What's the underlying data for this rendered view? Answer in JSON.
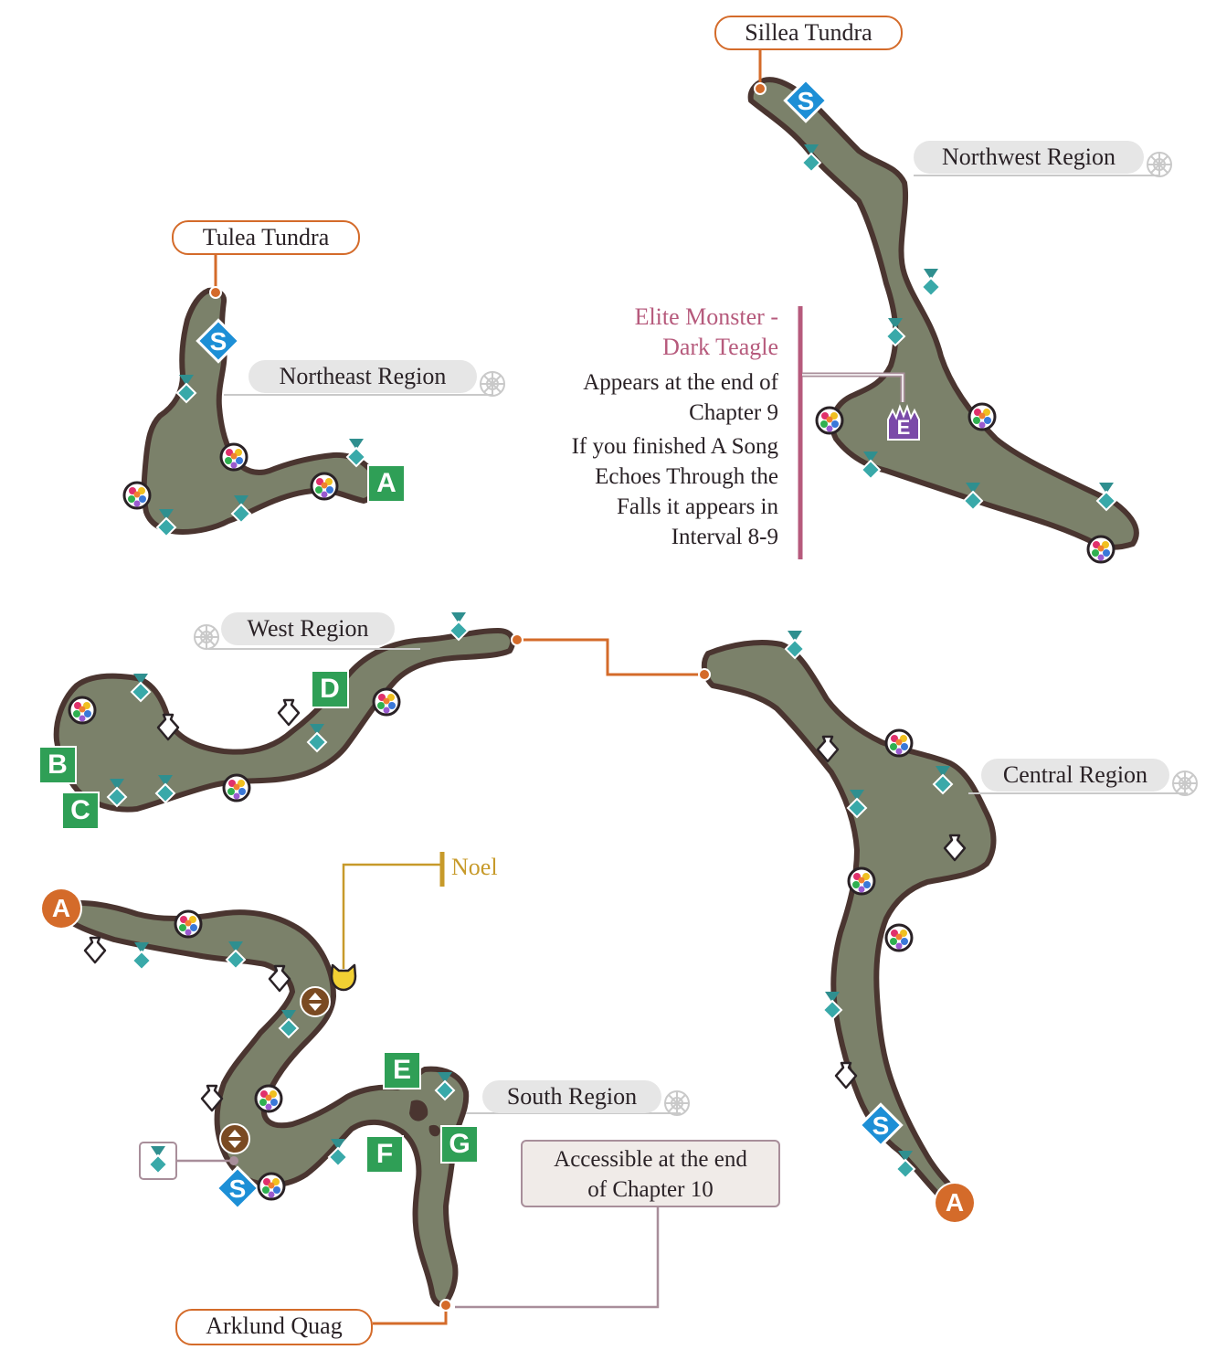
{
  "areas": {
    "sillea_tundra": "Sillea Tundra",
    "tulea_tundra": "Tulea Tundra",
    "arklund_quag": "Arklund Quag"
  },
  "regions": {
    "northwest": "Northwest Region",
    "northeast": "Northeast Region",
    "west": "West Region",
    "central": "Central Region",
    "south": "South Region"
  },
  "elite": {
    "title_line1": "Elite Monster -",
    "title_line2": "Dark Teagle",
    "body_line1": "Appears at the end of",
    "body_line2": "Chapter 9",
    "body_line3": "If you finished A Song",
    "body_line4": "Echoes Through the",
    "body_line5": "Falls it appears in",
    "body_line6": "Interval 8-9",
    "marker": "E"
  },
  "npc": {
    "name": "Noel"
  },
  "note": {
    "line1": "Accessible at the end",
    "line2": "of Chapter 10"
  },
  "markers": {
    "A": "A",
    "B": "B",
    "C": "C",
    "D": "D",
    "E": "E",
    "F": "F",
    "G": "G",
    "S": "S"
  },
  "colors": {
    "land": "#7b816a",
    "land_border": "#4a3530",
    "save_point": "#1d8fd6",
    "gathering": "#39a9a9",
    "route_line": "#d46b2a",
    "elite_accent": "#b65a7c",
    "exit_marker": "#2f9f56",
    "connection_marker": "#d46b2a",
    "npc_line": "#c79a2a"
  },
  "icons": {
    "save": "save-point-diamond-icon",
    "gather": "gathering-point-icon",
    "treasure": "treasure-pot-icon",
    "orb": "color-orb-icon",
    "elevator": "elevator-icon",
    "cat": "cat-npc-icon",
    "elite": "elite-monster-icon",
    "region_gear": "gear-icon"
  }
}
